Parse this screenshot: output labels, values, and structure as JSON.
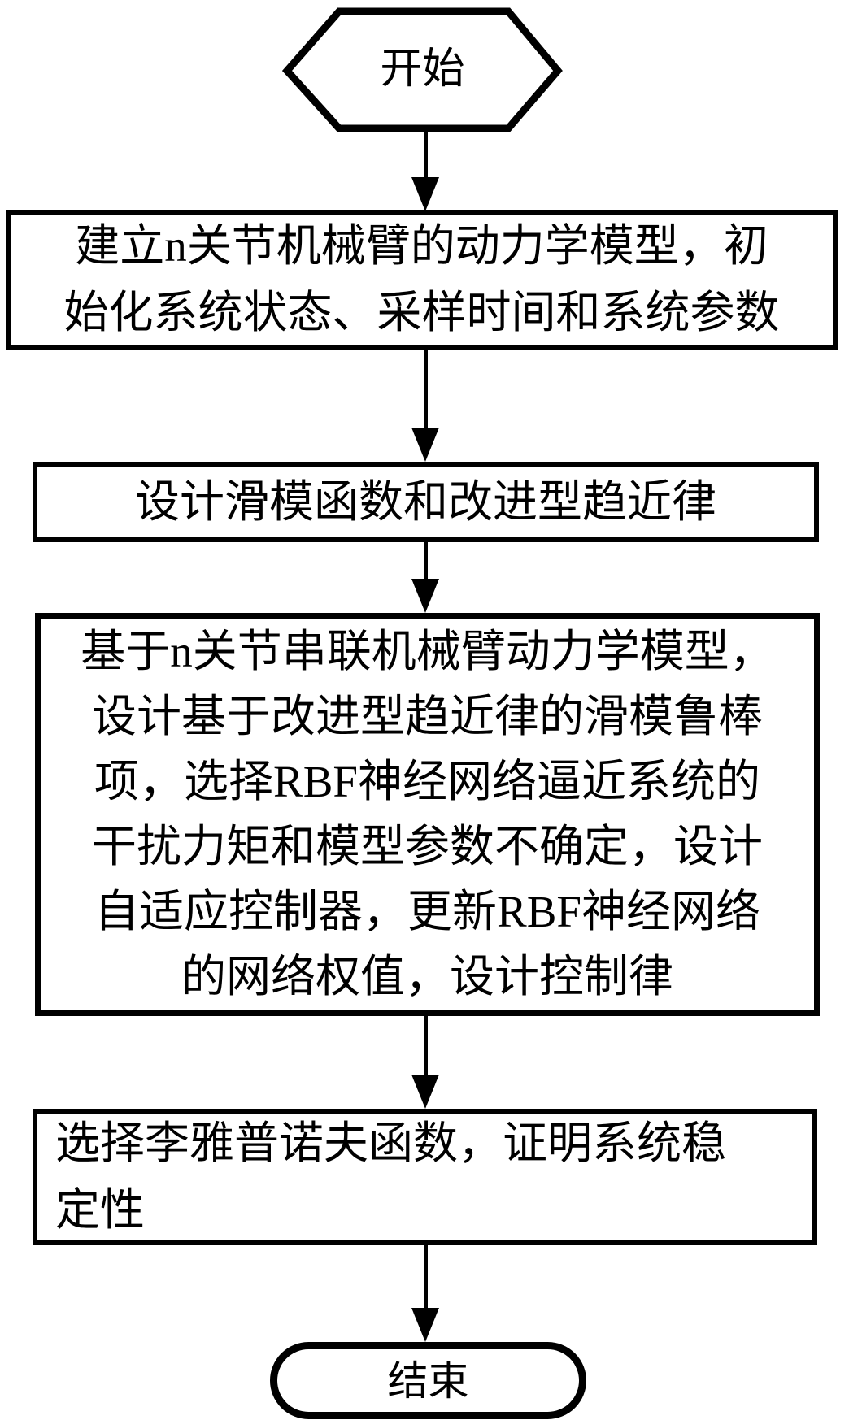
{
  "flowchart": {
    "colors": {
      "stroke": "#000000",
      "fill": "#ffffff"
    },
    "start": {
      "label": "开始"
    },
    "steps": [
      {
        "lines": [
          "建立n关节机械臂的动力学模型，初",
          "始化系统状态、采样时间和系统参数"
        ]
      },
      {
        "lines": [
          "设计滑模函数和改进型趋近律"
        ]
      },
      {
        "lines": [
          "基于n关节串联机械臂动力学模型，",
          "设计基于改进型趋近律的滑模鲁棒",
          "项，选择RBF神经网络逼近系统的",
          "干扰力矩和模型参数不确定，设计",
          "自适应控制器，更新RBF神经网络",
          "的网络权值，设计控制律"
        ]
      },
      {
        "lines": [
          "选择李雅普诺夫函数，证明系统稳",
          "定性"
        ]
      }
    ],
    "end": {
      "label": "结束"
    }
  }
}
